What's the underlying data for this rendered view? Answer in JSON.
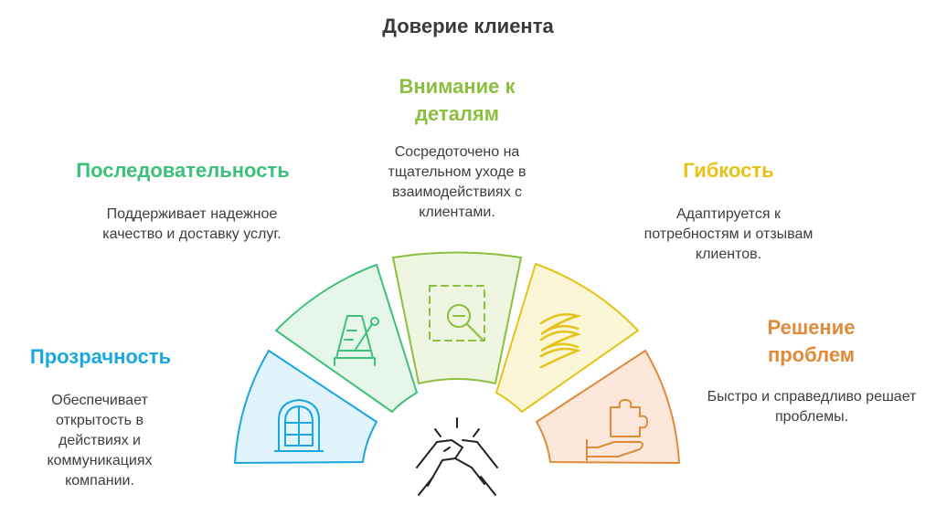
{
  "title": "Доверие клиента",
  "colors": {
    "blue": "#1aa7e0",
    "green": "#3cc07a",
    "lime": "#8cbf3f",
    "yellow": "#e6c21a",
    "orange": "#e08a3a"
  },
  "segments": [
    {
      "heading": "Прозрачность",
      "description": "Обеспечивает открытость в действиях и коммуникациях компании.",
      "icon": "arched-window-icon"
    },
    {
      "heading": "Последовательность",
      "description": "Поддерживает надежное качество и доставку услуг.",
      "icon": "metronome-icon"
    },
    {
      "heading": "Внимание к деталям",
      "description": "Сосредоточено на тщательном уходе в взаимодействиях с клиентами.",
      "icon": "magnifier-selection-icon"
    },
    {
      "heading": "Гибкость",
      "description": "Адаптируется к потребностям и отзывам клиентов.",
      "icon": "spring-coil-icon"
    },
    {
      "heading": "Решение проблем",
      "description": "Быстро и справедливо решает проблемы.",
      "icon": "puzzle-hand-icon"
    }
  ],
  "center_icon": "handshake-icon"
}
